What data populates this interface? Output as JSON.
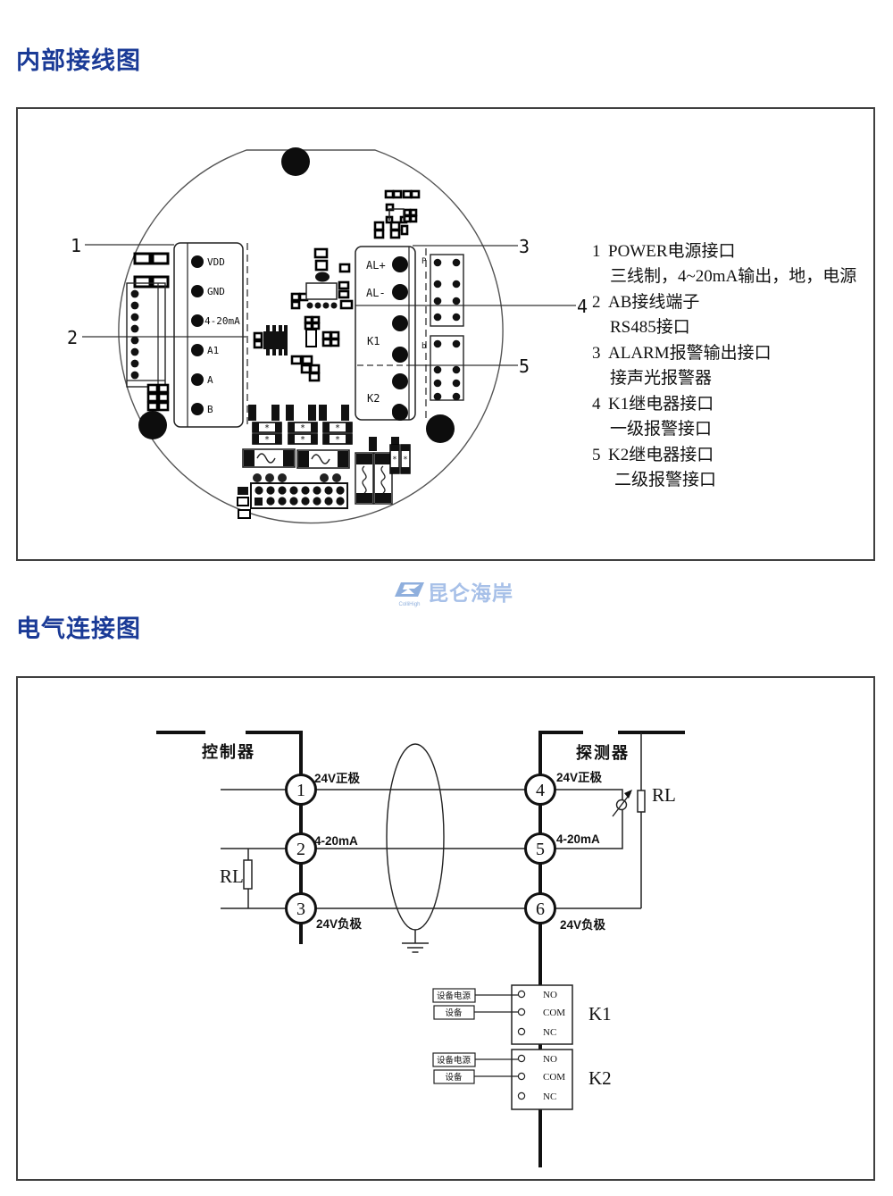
{
  "titles": {
    "internal": "内部接线图",
    "electrical": "电气连接图"
  },
  "colors": {
    "title": "#1a3a96",
    "watermark": "#a7c0e8"
  },
  "watermark": {
    "cn": "昆仑海岸",
    "en": "ColliHigh"
  },
  "pcb": {
    "left_block": {
      "terminals": [
        "VDD",
        "GND",
        "4-20mA",
        "A1",
        "A",
        "B"
      ]
    },
    "right_block": {
      "terminals": [
        "AL+",
        "AL-",
        "K1",
        "K2"
      ]
    },
    "socket_labels": {
      "top": "P",
      "bottom": "b"
    },
    "callouts": [
      "1",
      "2",
      "3",
      "4",
      "5"
    ]
  },
  "legend": {
    "rows": [
      {
        "num": "1",
        "title": "POWER电源接口",
        "sub": "三线制，4~20mA输出，地，电源"
      },
      {
        "num": "2",
        "title": "AB接线端子",
        "sub": "RS485接口"
      },
      {
        "num": "3",
        "title": "ALARM报警输出接口",
        "sub": "接声光报警器"
      },
      {
        "num": "4",
        "title": "K1继电器接口",
        "sub": "一级报警接口"
      },
      {
        "num": "5",
        "title": "K2继电器接口",
        "sub": "二级报警接口"
      }
    ]
  },
  "circuit": {
    "controller": "控制器",
    "detector": "探测器",
    "nodes": [
      "1",
      "2",
      "3",
      "4",
      "5",
      "6"
    ],
    "wire_labels": {
      "pos": "24V正极",
      "cur": "4-20mA",
      "neg": "24V负极"
    },
    "rl": "RL",
    "relay_contacts": [
      "NO",
      "COM",
      "NC"
    ],
    "relay_names": [
      "K1",
      "K2"
    ],
    "input_labels": [
      "设备电源",
      "设备"
    ]
  }
}
